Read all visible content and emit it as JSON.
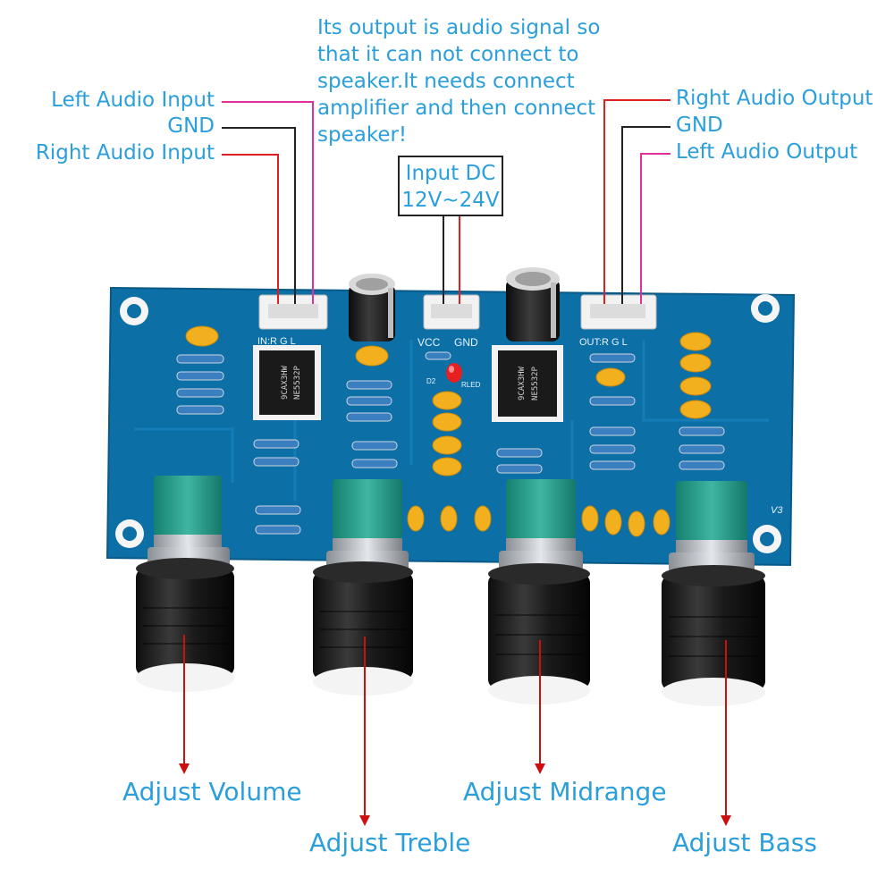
{
  "input_labels": {
    "left_audio_input": "Left Audio Input",
    "gnd": "GND",
    "right_audio_input": "Right Audio Input"
  },
  "output_labels": {
    "right_audio_output": "Right Audio Output",
    "gnd": "GND",
    "left_audio_output": "Left Audio Output"
  },
  "note_lines": [
    "Its output is audio signal so",
    "that it can not connect to",
    "speaker.It needs connect",
    "amplifier and then connect",
    "speaker!"
  ],
  "dc_input": {
    "line1": "Input DC",
    "line2": "12V~24V"
  },
  "board_silkscreen": {
    "in_header": "IN:R  G  L",
    "out_header": "OUT:R  G  L",
    "vcc": "VCC",
    "gnd": "GND",
    "chip_code": "9CAX3HW",
    "chip_model": "NE5532P",
    "rled": "RLED",
    "d2": "D2",
    "version": "V3"
  },
  "knob_labels": {
    "volume": "Adjust Volume",
    "treble": "Adjust Treble",
    "midrange": "Adjust Midrange",
    "bass": "Adjust Bass"
  },
  "colors": {
    "label_blue": "#2a9fdc",
    "wire_magenta": "#e0309c",
    "wire_red": "#e02020",
    "wire_black": "#222222",
    "board_blue": "#0c6fa6",
    "capacitor_yellow": "#f2b01e",
    "potentiometer_green": "#1e9a8a",
    "arrow_red": "#cc1010"
  }
}
